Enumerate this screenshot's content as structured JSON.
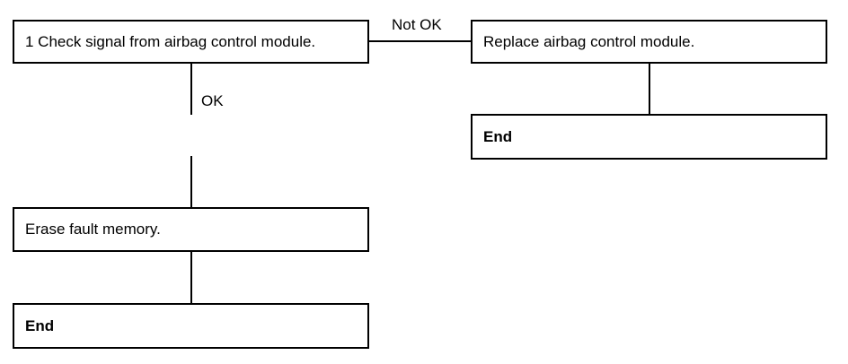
{
  "steps": {
    "check_signal": "1 Check signal from airbag control module.",
    "replace_module": "Replace airbag control module.",
    "end_right": "End",
    "erase_memory": "Erase fault memory.",
    "end_left": "End"
  },
  "branches": {
    "not_ok": "Not OK",
    "ok": "OK"
  }
}
